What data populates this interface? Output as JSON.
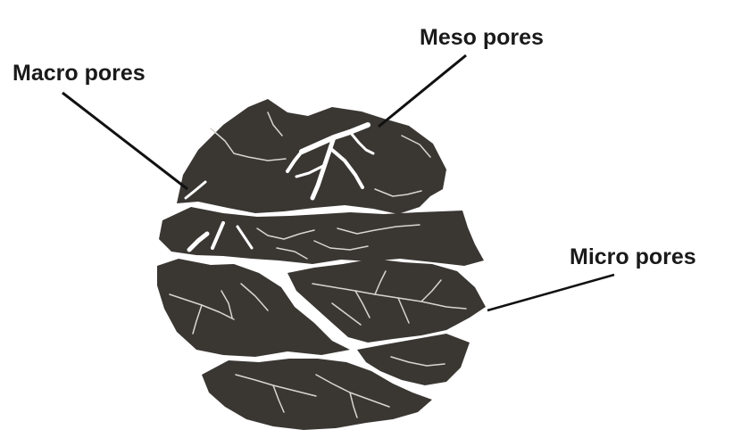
{
  "labels": {
    "macro": "Macro pores",
    "meso": "Meso pores",
    "micro": "Micro pores"
  },
  "colors": {
    "particle": "#3a3733",
    "pore": "#ffffff",
    "leader": "#111111",
    "background": "#ffffff"
  }
}
